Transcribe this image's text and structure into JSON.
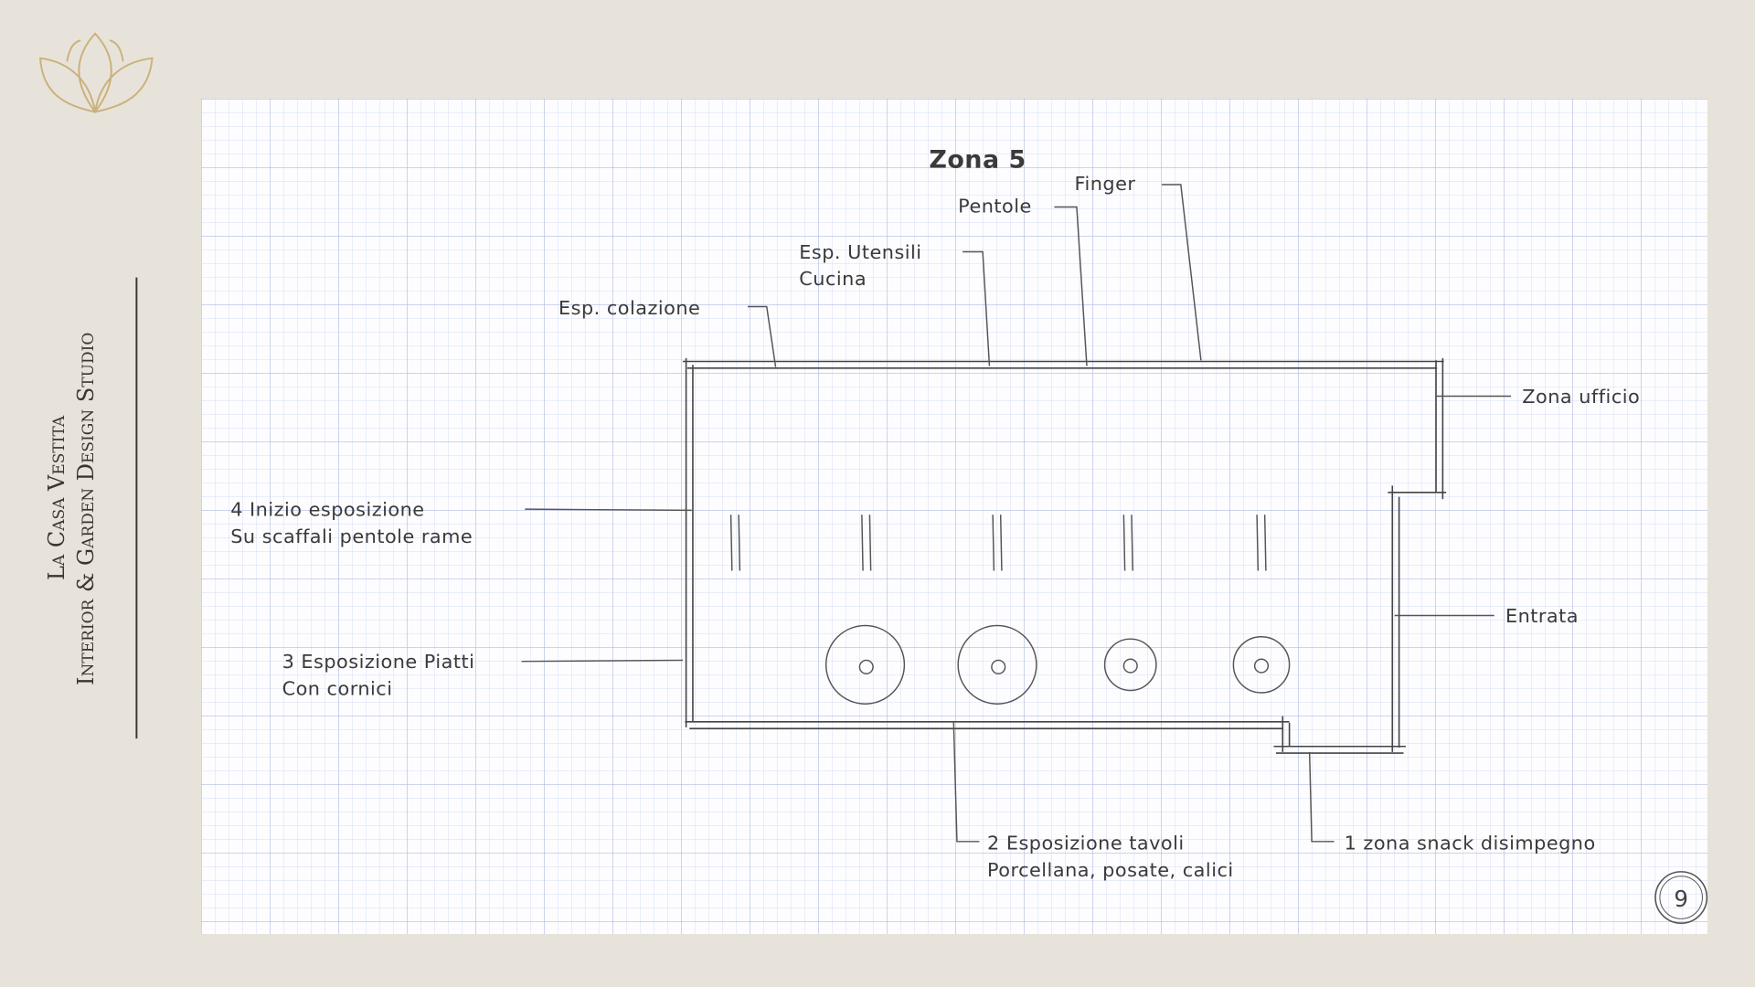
{
  "brand": {
    "name": "La Casa Vestita",
    "subtitle": "Interior & Garden Design Studio",
    "accent_color": "#c9b27a"
  },
  "plan": {
    "title": "Zona 5",
    "labels": {
      "finger": "Finger",
      "pentole": "Pentole",
      "utensili_1": "Esp.  Utensili",
      "utensili_2": "Cucina",
      "colazione": "Esp.  colazione",
      "ufficio": "Zona ufficio",
      "inizio_1": "4 Inizio esposizione",
      "inizio_2": "Su scaffali pentole rame",
      "entrata": "Entrata",
      "piatti_1": "3 Esposizione Piatti",
      "piatti_2": "Con cornici",
      "tavoli_1": "2 Esposizione tavoli",
      "tavoli_2": "Porcellana, posate, calici",
      "snack": "1 zona snack disimpegno"
    }
  },
  "page_number": "9"
}
